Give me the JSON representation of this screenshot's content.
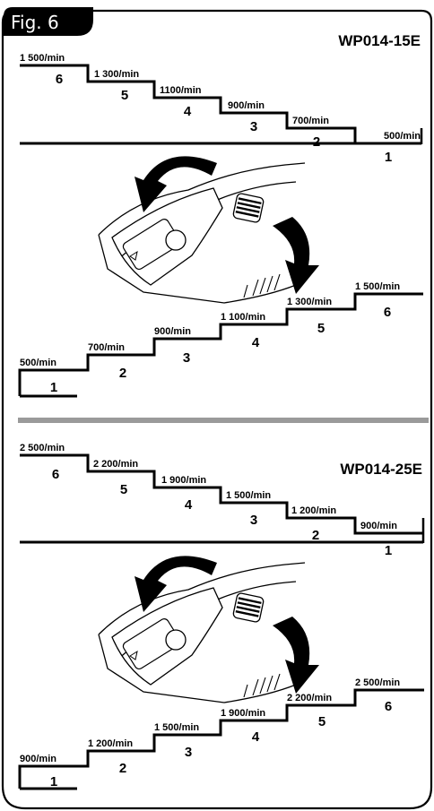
{
  "figure": {
    "label": "Fig. 6"
  },
  "colors": {
    "ink": "#000000",
    "paper": "#ffffff",
    "divider": "#9a9a9a"
  },
  "sections": [
    {
      "model": "WP014-15E",
      "dial_icon": "speed-dial-icon",
      "steps_down": [
        {
          "speed": "1 500/min",
          "level": "6"
        },
        {
          "speed": "1 300/min",
          "level": "5"
        },
        {
          "speed": "1100/min",
          "level": "4"
        },
        {
          "speed": "900/min",
          "level": "3"
        },
        {
          "speed": "700/min",
          "level": "2"
        },
        {
          "speed": "500/min",
          "level": "1"
        }
      ],
      "steps_up": [
        {
          "speed": "500/min",
          "level": "1"
        },
        {
          "speed": "700/min",
          "level": "2"
        },
        {
          "speed": "900/min",
          "level": "3"
        },
        {
          "speed": "1 100/min",
          "level": "4"
        },
        {
          "speed": "1 300/min",
          "level": "5"
        },
        {
          "speed": "1 500/min",
          "level": "6"
        }
      ]
    },
    {
      "model": "WP014-25E",
      "dial_icon": "speed-dial-icon",
      "steps_down": [
        {
          "speed": "2 500/min",
          "level": "6"
        },
        {
          "speed": "2 200/min",
          "level": "5"
        },
        {
          "speed": "1 900/min",
          "level": "4"
        },
        {
          "speed": "1 500/min",
          "level": "3"
        },
        {
          "speed": "1 200/min",
          "level": "2"
        },
        {
          "speed": "900/min",
          "level": "1"
        }
      ],
      "steps_up": [
        {
          "speed": "900/min",
          "level": "1"
        },
        {
          "speed": "1 200/min",
          "level": "2"
        },
        {
          "speed": "1 500/min",
          "level": "3"
        },
        {
          "speed": "1 900/min",
          "level": "4"
        },
        {
          "speed": "2 200/min",
          "level": "5"
        },
        {
          "speed": "2 500/min",
          "level": "6"
        }
      ]
    }
  ]
}
